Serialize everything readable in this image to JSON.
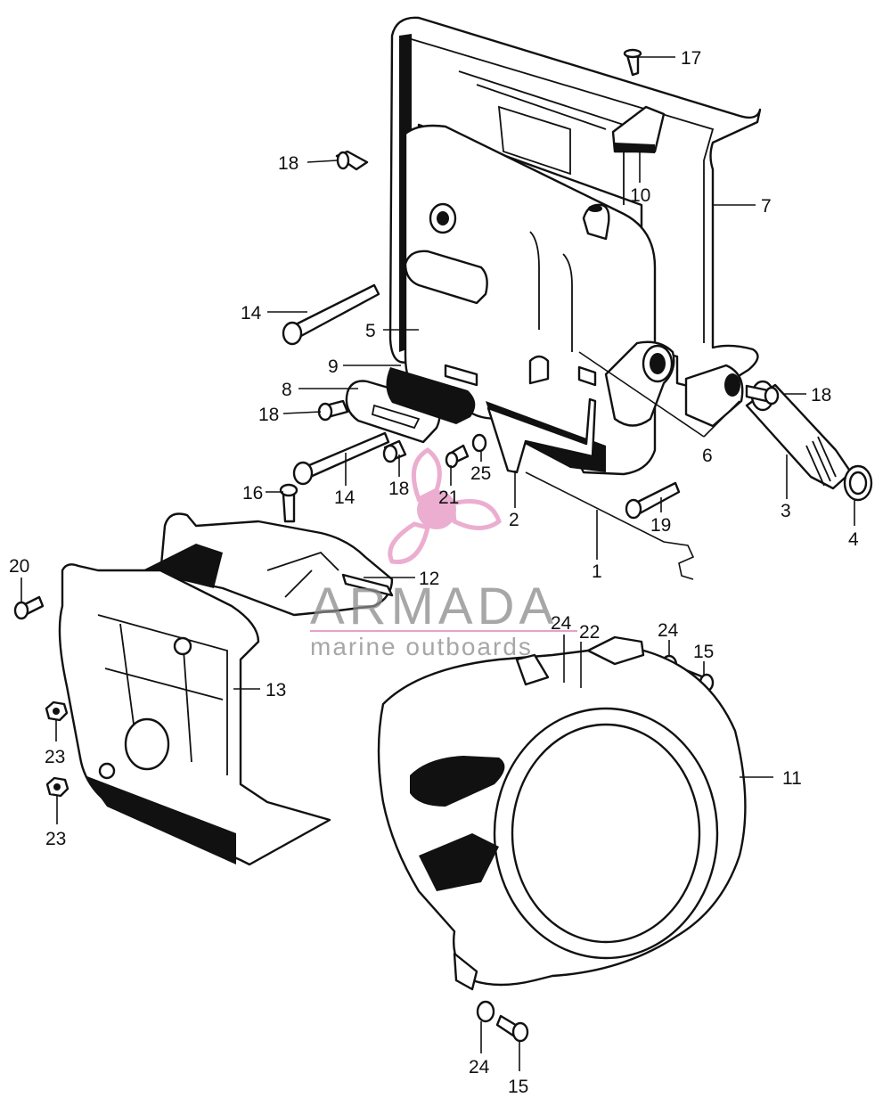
{
  "watermark": {
    "brand": "ARMADA",
    "tagline": "marine outboards",
    "colors": {
      "logo": "#e8a0c8",
      "text": "#8a8a8a"
    }
  },
  "parts": {
    "p1": "1",
    "p2": "2",
    "p3": "3",
    "p4": "4",
    "p5": "5",
    "p6": "6",
    "p7": "7",
    "p8": "8",
    "p9": "9",
    "p10": "10",
    "p11": "11",
    "p12": "12",
    "p13": "13",
    "p14": "14",
    "p15": "15",
    "p16": "16",
    "p17": "17",
    "p18": "18",
    "p19": "19",
    "p20": "20",
    "p21": "21",
    "p22": "22",
    "p23": "23",
    "p24": "24",
    "p25": "25"
  }
}
